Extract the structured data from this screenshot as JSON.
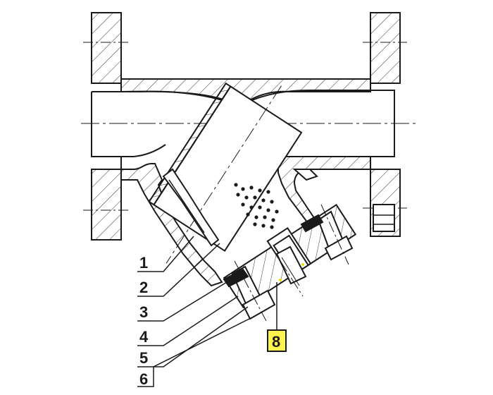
{
  "callouts": [
    {
      "id": "1",
      "label": "1"
    },
    {
      "id": "2",
      "label": "2"
    },
    {
      "id": "3",
      "label": "3"
    },
    {
      "id": "4",
      "label": "4"
    },
    {
      "id": "5",
      "label": "5"
    },
    {
      "id": "6",
      "label": "6"
    }
  ],
  "highlight_callout": {
    "label": "8",
    "fill": "#fff44f",
    "stroke": "#1a1a1a"
  },
  "colors": {
    "line": "#1a1a1a",
    "hatch": "#333333",
    "marker": "#e8e000"
  }
}
